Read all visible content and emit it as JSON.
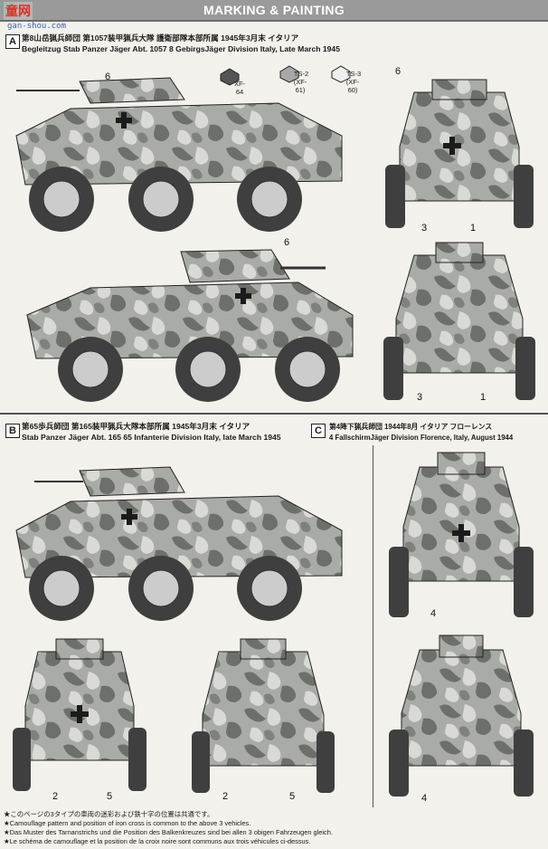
{
  "header": {
    "title": "MARKING & PAINTING",
    "logo_text": "童网",
    "logo_sub": "gan-shou.com"
  },
  "paints": [
    {
      "code": "XF-64",
      "sub": ""
    },
    {
      "code": "TS-2",
      "sub": "(XF-61)"
    },
    {
      "code": "TS-3",
      "sub": "(XF-60)"
    }
  ],
  "section_a": {
    "badge": "A",
    "title_jp": "第8山岳猟兵師団 第1057装甲猟兵大隊 護衛部隊本部所属 1945年3月末 イタリア",
    "title_en": "Begleitzug Stab Panzer Jäger Abt. 1057 8 GebirgsJäger Division Italy, Late March 1945",
    "callouts": [
      "6",
      "6",
      "6",
      "3",
      "1",
      "3",
      "1"
    ]
  },
  "section_b": {
    "badge": "B",
    "title_jp": "第65歩兵師団 第165装甲猟兵大隊本部所属 1945年3月末 イタリア",
    "title_en": "Stab Panzer Jäger Abt. 165 65 Infanterie Division Italy, late March 1945",
    "callouts": [
      "2",
      "5",
      "2",
      "5"
    ]
  },
  "section_c": {
    "badge": "C",
    "title_jp": "第4降下猟兵師団 1944年8月 イタリア フローレンス",
    "title_en": "4 FallschirmJäger Division Florence, Italy, August 1944",
    "callouts": [
      "4",
      "4"
    ]
  },
  "notes": [
    "★このページの3タイプの車両の迷彩および鉄十字の位置は共通です。",
    "★Camouflage pattern and position of iron cross is common to the above 3 vehicles.",
    "★Das Muster des Tarnanstrichs und die Position des Balkenkreuzes sind bei allen 3 obigen Fahrzeugen gleich.",
    "★Le schéma de camouflage et la position de la croix noire sont communs aux trois véhicules ci-dessus."
  ],
  "colors": {
    "base": "#a9aba6",
    "camo_dark": "#6d6f6b",
    "camo_light": "#d9dad5",
    "cross": "#1b1b1b",
    "tire": "#3f3f3f",
    "header_bg": "#9a9a9a"
  },
  "icons": [
    "iron-cross-icon",
    "paint-chip-icon"
  ]
}
